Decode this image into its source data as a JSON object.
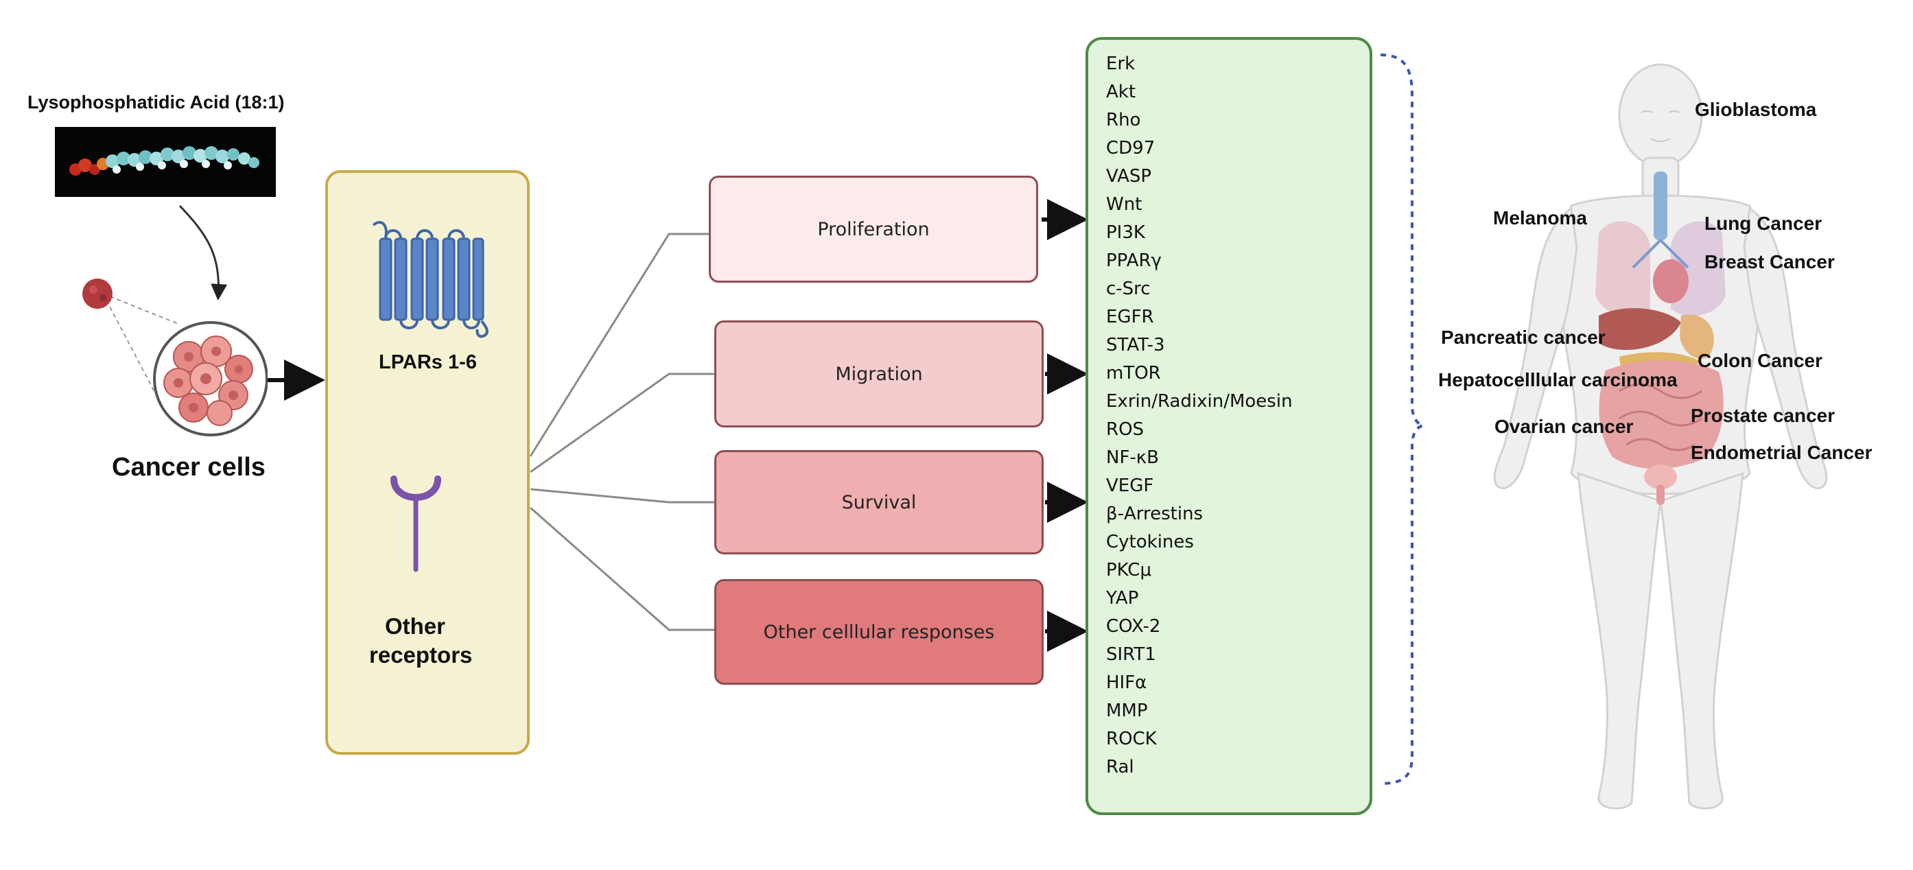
{
  "title_lpa": "Lysophosphatidic Acid (18:1)",
  "cancer_cells_label": "Cancer cells",
  "lpar_label": "LPARs 1-6",
  "other_receptors_label": [
    "Other",
    "receptors"
  ],
  "responses": [
    "Proliferation",
    "Migration",
    "Survival",
    "Other celllular responses"
  ],
  "molecules": [
    "Erk",
    "Akt",
    "Rho",
    "CD97",
    "VASP",
    "Wnt",
    "PI3K",
    "PPARγ",
    "c-Src",
    "EGFR",
    "STAT-3",
    "mTOR",
    "Exrin/Radixin/Moesin",
    "ROS",
    "NF-κB",
    "VEGF",
    "β-Arrestins",
    "Cytokines",
    "PKCμ",
    "YAP",
    "COX-2",
    "SIRT1",
    "HIFα",
    "MMP",
    "ROCK",
    "Ral"
  ],
  "cancers": [
    "Glioblastoma",
    "Melanoma",
    "Lung Cancer",
    "Breast Cancer",
    "Pancreatic cancer",
    "Colon Cancer",
    "Hepatocelllular carcinoma",
    "Ovarian cancer",
    "Prostate cancer",
    "Endometrial Cancer"
  ],
  "colors": {
    "receptor_box_fill": "#f5f2d3",
    "receptor_box_border": "#c9a94a",
    "molecule_box_fill": "#e2f4dc",
    "molecule_box_border": "#4e8a44",
    "gpcr_blue": "#5b85c6",
    "other_receptor_purple": "#7b53a8",
    "response_fills": [
      "#fdeaea",
      "#f4cccd",
      "#efaeaf",
      "#e07a7c"
    ],
    "bracket_blue": "#3c56b0"
  }
}
